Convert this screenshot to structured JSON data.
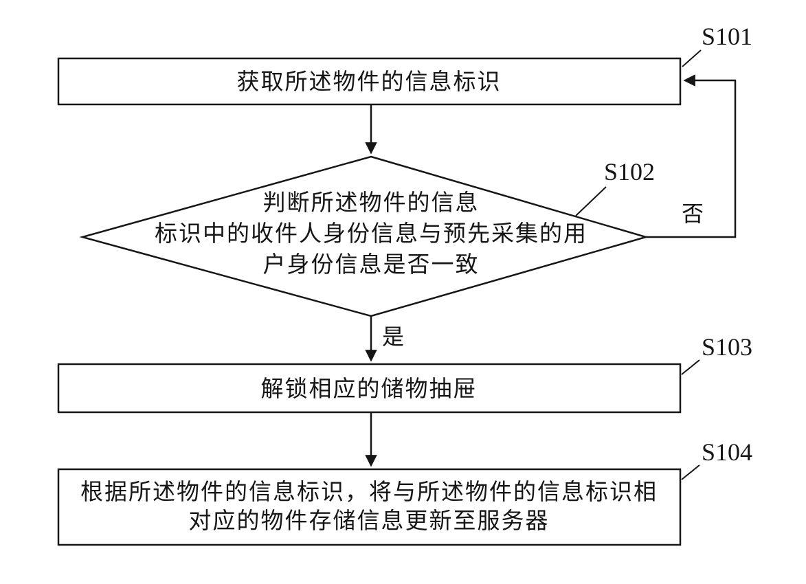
{
  "diagram": {
    "title": "flowchart",
    "colors": {
      "stroke": "#161616",
      "background": "#ffffff"
    },
    "steps": {
      "s101": {
        "id": "S101",
        "label": "获取所述物件的信息标识"
      },
      "s102": {
        "id": "S102",
        "line1": "判断所述物件的信息",
        "line2": "标识中的收件人身份信息与预先采集的用",
        "line3": "户身份信息是否一致",
        "yes": "是",
        "no": "否"
      },
      "s103": {
        "id": "S103",
        "label": "解锁相应的储物抽屉"
      },
      "s104": {
        "id": "S104",
        "line1": "根据所述物件的信息标识，将与所述物件的信息标识相",
        "line2": "对应的物件存储信息更新至服务器"
      }
    }
  }
}
